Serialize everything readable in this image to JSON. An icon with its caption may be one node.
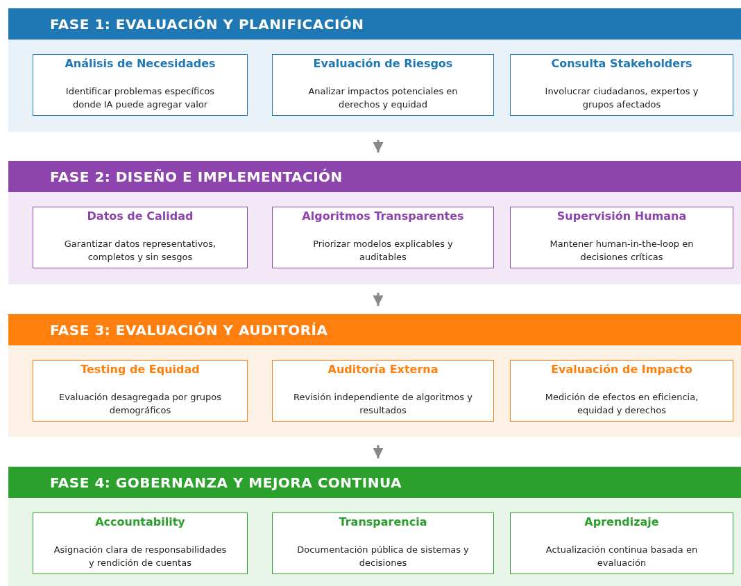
{
  "diagram": {
    "nodes": [
      {
        "text": [
          "FASE 1: EVALUACIÓN Y PLANIFICACIÓN"
        ]
      },
      {
        "text": [
          "Análisis de Necesidades",
          "Identificar problemas específicos donde IA puede agregar valor"
        ],
        "in": 0
      },
      {
        "text": [
          "Evaluación de Riesgos",
          "Analizar impactos potenciales en derechos y equidad"
        ],
        "in": 0
      },
      {
        "text": [
          "Consulta Stakeholders",
          "Involucrar ciudadanos, expertos y grupos afectados"
        ],
        "in": 0
      },
      {
        "text": [
          "FASE 2: DISEÑO E IMPLEMENTACIÓN"
        ]
      },
      {
        "text": [
          "Datos de Calidad",
          "Garantizar datos representativos, completos y sin sesgos"
        ],
        "in": 4
      },
      {
        "text": [
          "Algoritmos Transparentes",
          "Priorizar modelos explicables y auditables"
        ],
        "in": 4
      },
      {
        "text": [
          "Supervisión Humana",
          "Mantener human-in-the-loop en decisiones críticas"
        ],
        "in": 4
      },
      {
        "text": [
          "FASE 3: EVALUACIÓN Y AUDITORÍA"
        ]
      },
      {
        "text": [
          "Testing de Equidad",
          "Evaluación desagregada por grupos demográficos"
        ],
        "in": 8
      },
      {
        "text": [
          "Auditoría Externa",
          "Revisión independiente de algoritmos y resultados"
        ],
        "in": 8
      },
      {
        "text": [
          "Evaluación de Impacto",
          "Medición de efectos en eficiencia, equidad y derechos"
        ],
        "in": 8
      },
      {
        "text": [
          "FASE 4: GOBERNANZA Y MEJORA CONTINUA"
        ]
      },
      {
        "text": [
          "Accountability",
          "Asignación clara de responsabilidades y rendición de cuentas"
        ],
        "in": 12
      },
      {
        "text": [
          "Transparencia",
          "Documentación pública de sistemas y decisiones"
        ],
        "in": 12
      },
      {
        "text": [
          "Aprendizaje",
          "Actualización continua basada en evaluación"
        ],
        "in": 12
      }
    ],
    "edges": [
      {
        "from": 0,
        "to": 4,
        "arrow": "to"
      },
      {
        "from": 4,
        "to": 8,
        "arrow": "to"
      },
      {
        "from": 8,
        "to": 12,
        "arrow": "to"
      }
    ]
  }
}
